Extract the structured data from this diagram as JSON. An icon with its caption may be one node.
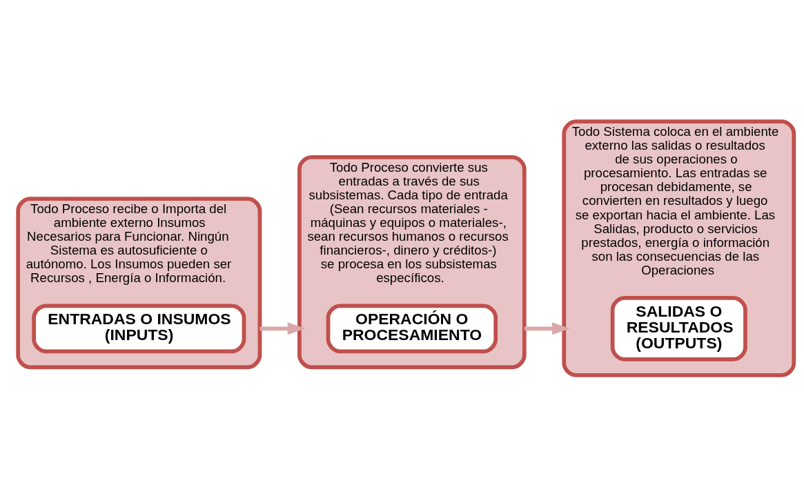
{
  "diagram": {
    "nodes": [
      {
        "text": [
          "Todo Proceso recibe o Importa del ambiente externo Insumos Necesarios para Funcionar. Ningún Sistema es autosuficiente o autónomo. Los Insumos pueden ser Recursos , Energía o Información."
        ]
      },
      {
        "text": [
          "ENTRADAS O INSUMOS (INPUTS)"
        ],
        "in": 0
      },
      {
        "text": [
          "Todo Proceso convierte sus entradas a través de sus subsistemas. Cada tipo de entrada (Sean recursos materiales - máquinas y equipos o materiales-, sean recursos humanos o recursos financieros-, dinero y créditos-) se procesa en los subsistemas específicos."
        ]
      },
      {
        "text": [
          "OPERACIÓN O PROCESAMIENTO"
        ],
        "in": 2
      },
      {
        "text": [
          "Todo Sistema coloca en el ambiente externo las salidas o resultados de sus operaciones o procesamiento. Las entradas se procesan debidamente, se convierten en resultados y luego se exportan hacia el ambiente. Las Salidas, producto o servicios prestados, energía o información son las consecuencias de las Operaciones"
        ]
      },
      {
        "text": [
          "SALIDAS O RESULTADOS (OUTPUTS)"
        ],
        "in": 4
      }
    ],
    "edges": [
      {
        "from": 0,
        "to": 2,
        "arrow": "to"
      },
      {
        "from": 2,
        "to": 4,
        "arrow": "to"
      }
    ]
  }
}
